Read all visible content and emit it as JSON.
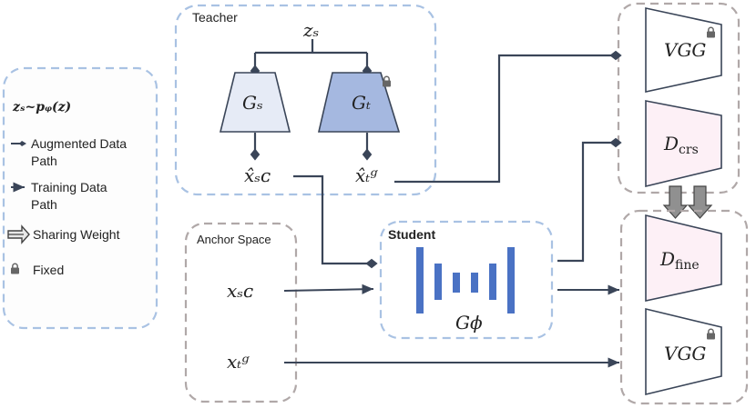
{
  "legend": {
    "distribution": "zₛ~pᵩ(z)",
    "items": [
      {
        "label_line1": "Augmented Data",
        "label_line2": "Path",
        "icon": "diamond-arrow-icon"
      },
      {
        "label_line1": "Training Data",
        "label_line2": "Path",
        "icon": "arrow-icon"
      },
      {
        "label_line1": "Sharing Weight",
        "label_line2": "",
        "icon": "double-arrow-icon"
      },
      {
        "label_line1": "Fixed",
        "label_line2": "",
        "icon": "lock-icon"
      }
    ]
  },
  "teacher": {
    "title": "Teacher",
    "z_label": "zₛ",
    "gen_s_label": "Gₛ",
    "gen_t_label": "Gₜ",
    "out_sc_label": "x̂ₛᴄ",
    "out_tg_label": "x̂ₜᵍ"
  },
  "anchor": {
    "title": "Anchor Space",
    "x_sc_label": "xₛᴄ",
    "x_tg_label": "xₜᵍ"
  },
  "student": {
    "title": "Student",
    "gen_label": "Gϕ"
  },
  "right_top": {
    "vgg_label": "VGG",
    "dcrs_label": "D",
    "dcrs_sub": "crs"
  },
  "right_bottom": {
    "dfine_label": "D",
    "dfine_sub": "fine",
    "vgg_label": "VGG"
  },
  "colors": {
    "dash_blue": "#a9c2e3",
    "dash_gray": "#b0a8a8",
    "gen_s_fill": "#e6ebf6",
    "gen_t_fill": "#a5b8e0",
    "disc_fill": "#fdf0f6",
    "student_bars": "#4a72c4",
    "line": "#3a4558"
  }
}
